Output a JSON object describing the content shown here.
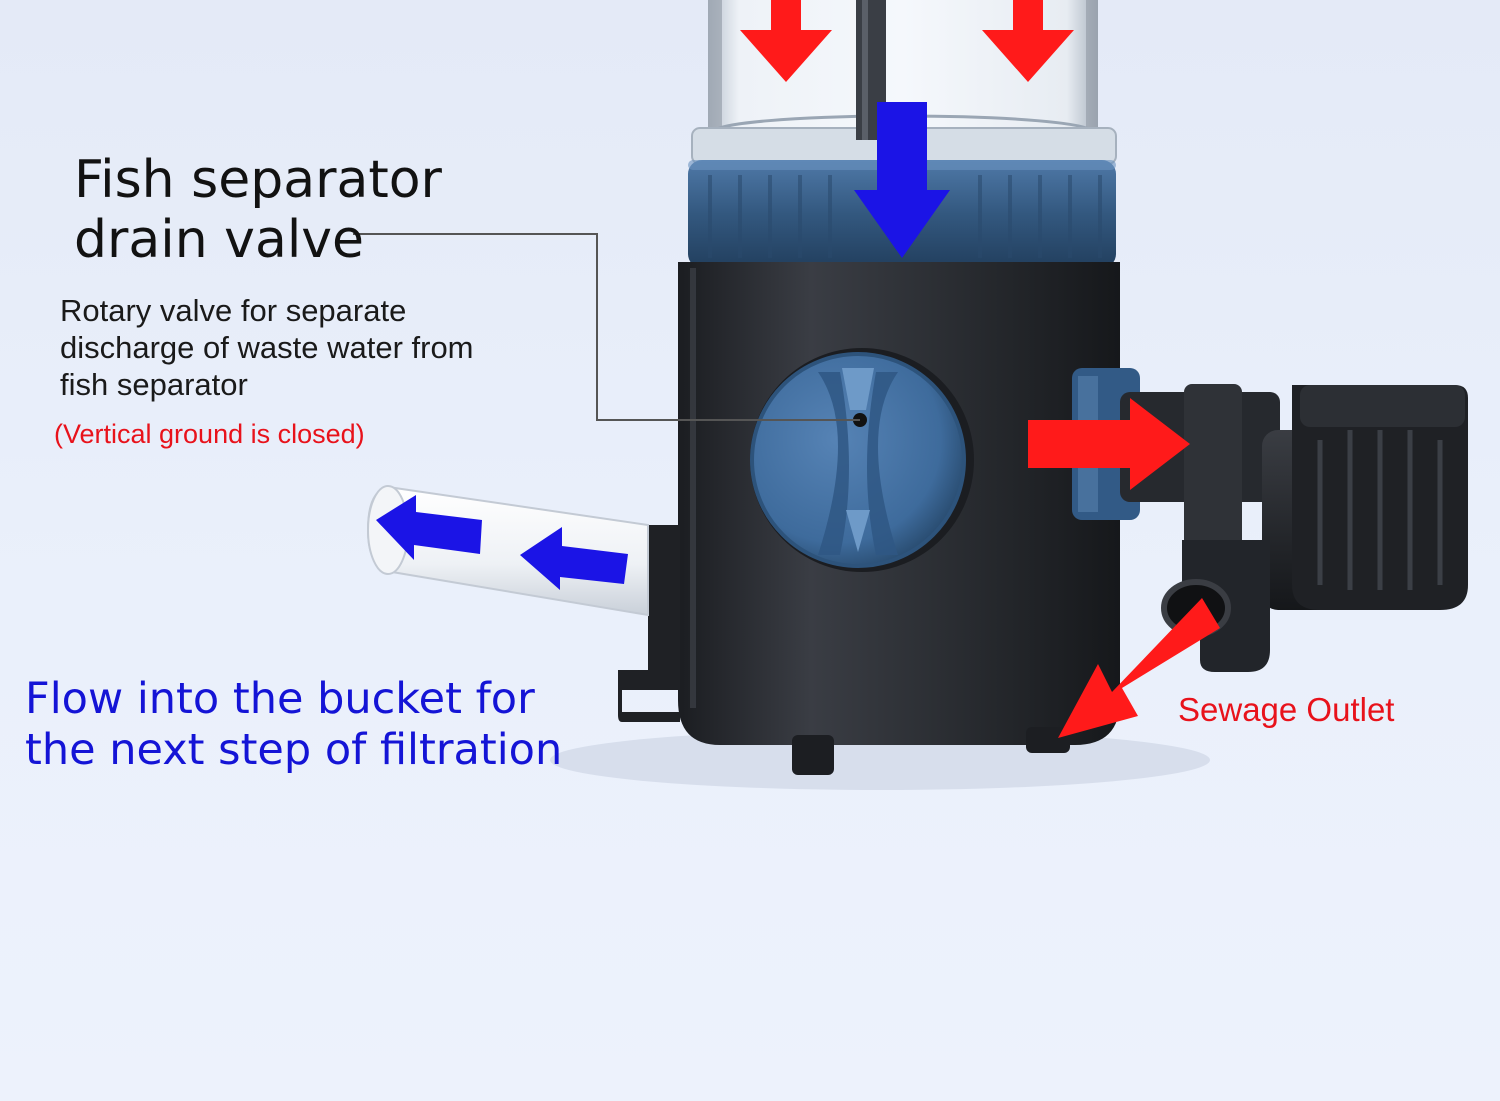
{
  "diagram": {
    "title": "Fish separator\ndrain valve",
    "description": "Rotary valve for separate\ndischarge of waste water from\nfish separator",
    "state_note": "(Vertical ground is closed)",
    "flow_label": "Flow into the bucket for\nthe next step of filtration",
    "outlet_label": "Sewage Outlet"
  },
  "colors": {
    "background": "#eaf0fb",
    "body": "#2a2c31",
    "blue_parts": "#3f6ea3",
    "red_arrow": "#ff1a1a",
    "blue_arrow": "#1b14e6",
    "note_text": "#e8121b",
    "flow_text": "#1414d6",
    "outlet_text": "#e8121b"
  },
  "icons": {
    "down_arrows": [
      "red-arrow-down-icon",
      "red-arrow-down-icon",
      "blue-arrow-down-icon"
    ],
    "side_arrows": [
      "blue-arrow-left-icon",
      "red-arrow-right-icon",
      "red-arrow-diagonal-icon"
    ]
  }
}
